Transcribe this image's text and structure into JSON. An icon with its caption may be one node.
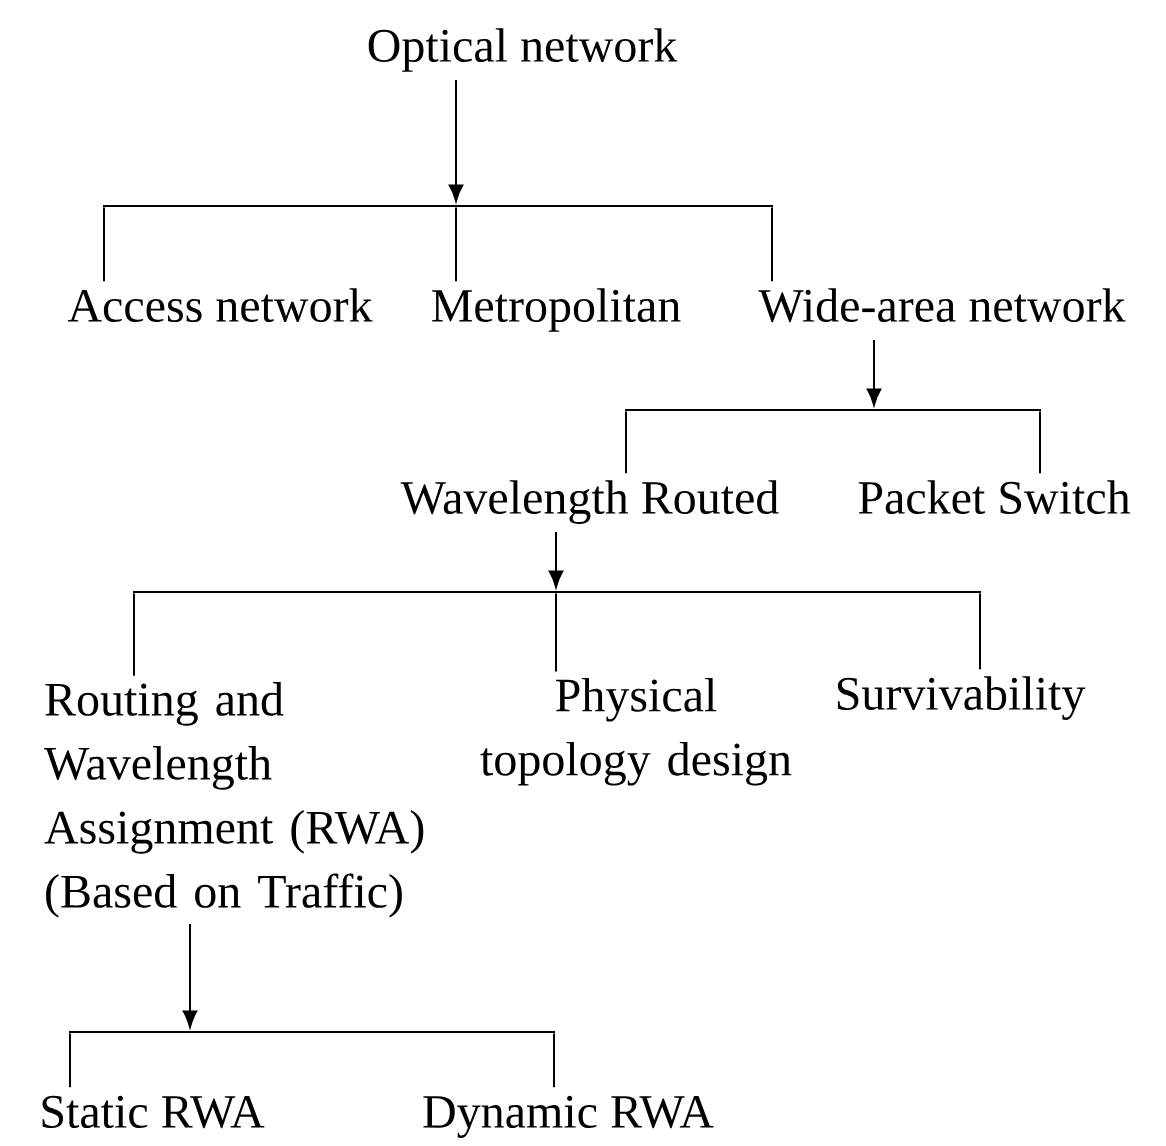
{
  "diagram": {
    "nodes": [
      {
        "text": [
          "Optical network"
        ]
      },
      {
        "text": [],
        "shape": "bar"
      },
      {
        "text": [
          "Access network"
        ]
      },
      {
        "text": [
          "Metropolitan"
        ]
      },
      {
        "text": [
          "Wide-area network"
        ]
      },
      {
        "text": [],
        "shape": "bar"
      },
      {
        "text": [
          "Wavelength Routed"
        ]
      },
      {
        "text": [
          "Packet Switch"
        ]
      },
      {
        "text": [],
        "shape": "bar"
      },
      {
        "text": [
          "Routing and Wavelength Assignment (RWA) (Based on Traffic)"
        ]
      },
      {
        "text": [
          "Physical topology design"
        ]
      },
      {
        "text": [
          "Survivability"
        ]
      },
      {
        "text": [],
        "shape": "bar"
      },
      {
        "text": [
          "Static RWA"
        ]
      },
      {
        "text": [
          "Dynamic RWA"
        ]
      }
    ],
    "edges": [
      {
        "from": 0,
        "to": 1,
        "arrow": "to"
      },
      {
        "from": 1,
        "to": 2,
        "arrow": "none"
      },
      {
        "from": 1,
        "to": 3,
        "arrow": "none"
      },
      {
        "from": 1,
        "to": 4,
        "arrow": "none"
      },
      {
        "from": 4,
        "to": 5,
        "arrow": "to"
      },
      {
        "from": 5,
        "to": 6,
        "arrow": "none"
      },
      {
        "from": 5,
        "to": 7,
        "arrow": "none"
      },
      {
        "from": 6,
        "to": 8,
        "arrow": "to"
      },
      {
        "from": 8,
        "to": 9,
        "arrow": "none"
      },
      {
        "from": 8,
        "to": 10,
        "arrow": "none"
      },
      {
        "from": 8,
        "to": 11,
        "arrow": "none"
      },
      {
        "from": 9,
        "to": 12,
        "arrow": "to"
      },
      {
        "from": 12,
        "to": 13,
        "arrow": "none"
      },
      {
        "from": 12,
        "to": 14,
        "arrow": "none"
      }
    ]
  }
}
